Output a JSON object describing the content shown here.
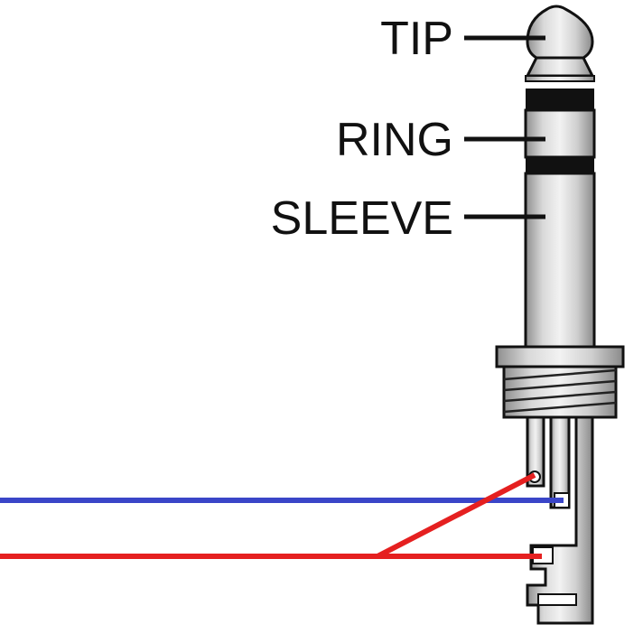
{
  "labels": {
    "tip": "TIP",
    "ring": "RING",
    "sleeve": "SLEEVE"
  },
  "colors": {
    "background": "#ffffff",
    "outline": "#111111",
    "metal_light": "#e6e6e6",
    "metal_mid": "#bdbdbd",
    "metal_dark": "#8f8f8f",
    "wire_blue": "#3a45c8",
    "wire_red": "#e52020"
  },
  "wires": [
    {
      "name": "blue-wire",
      "color": "#3a45c8"
    },
    {
      "name": "red-wire",
      "color": "#e52020"
    }
  ]
}
